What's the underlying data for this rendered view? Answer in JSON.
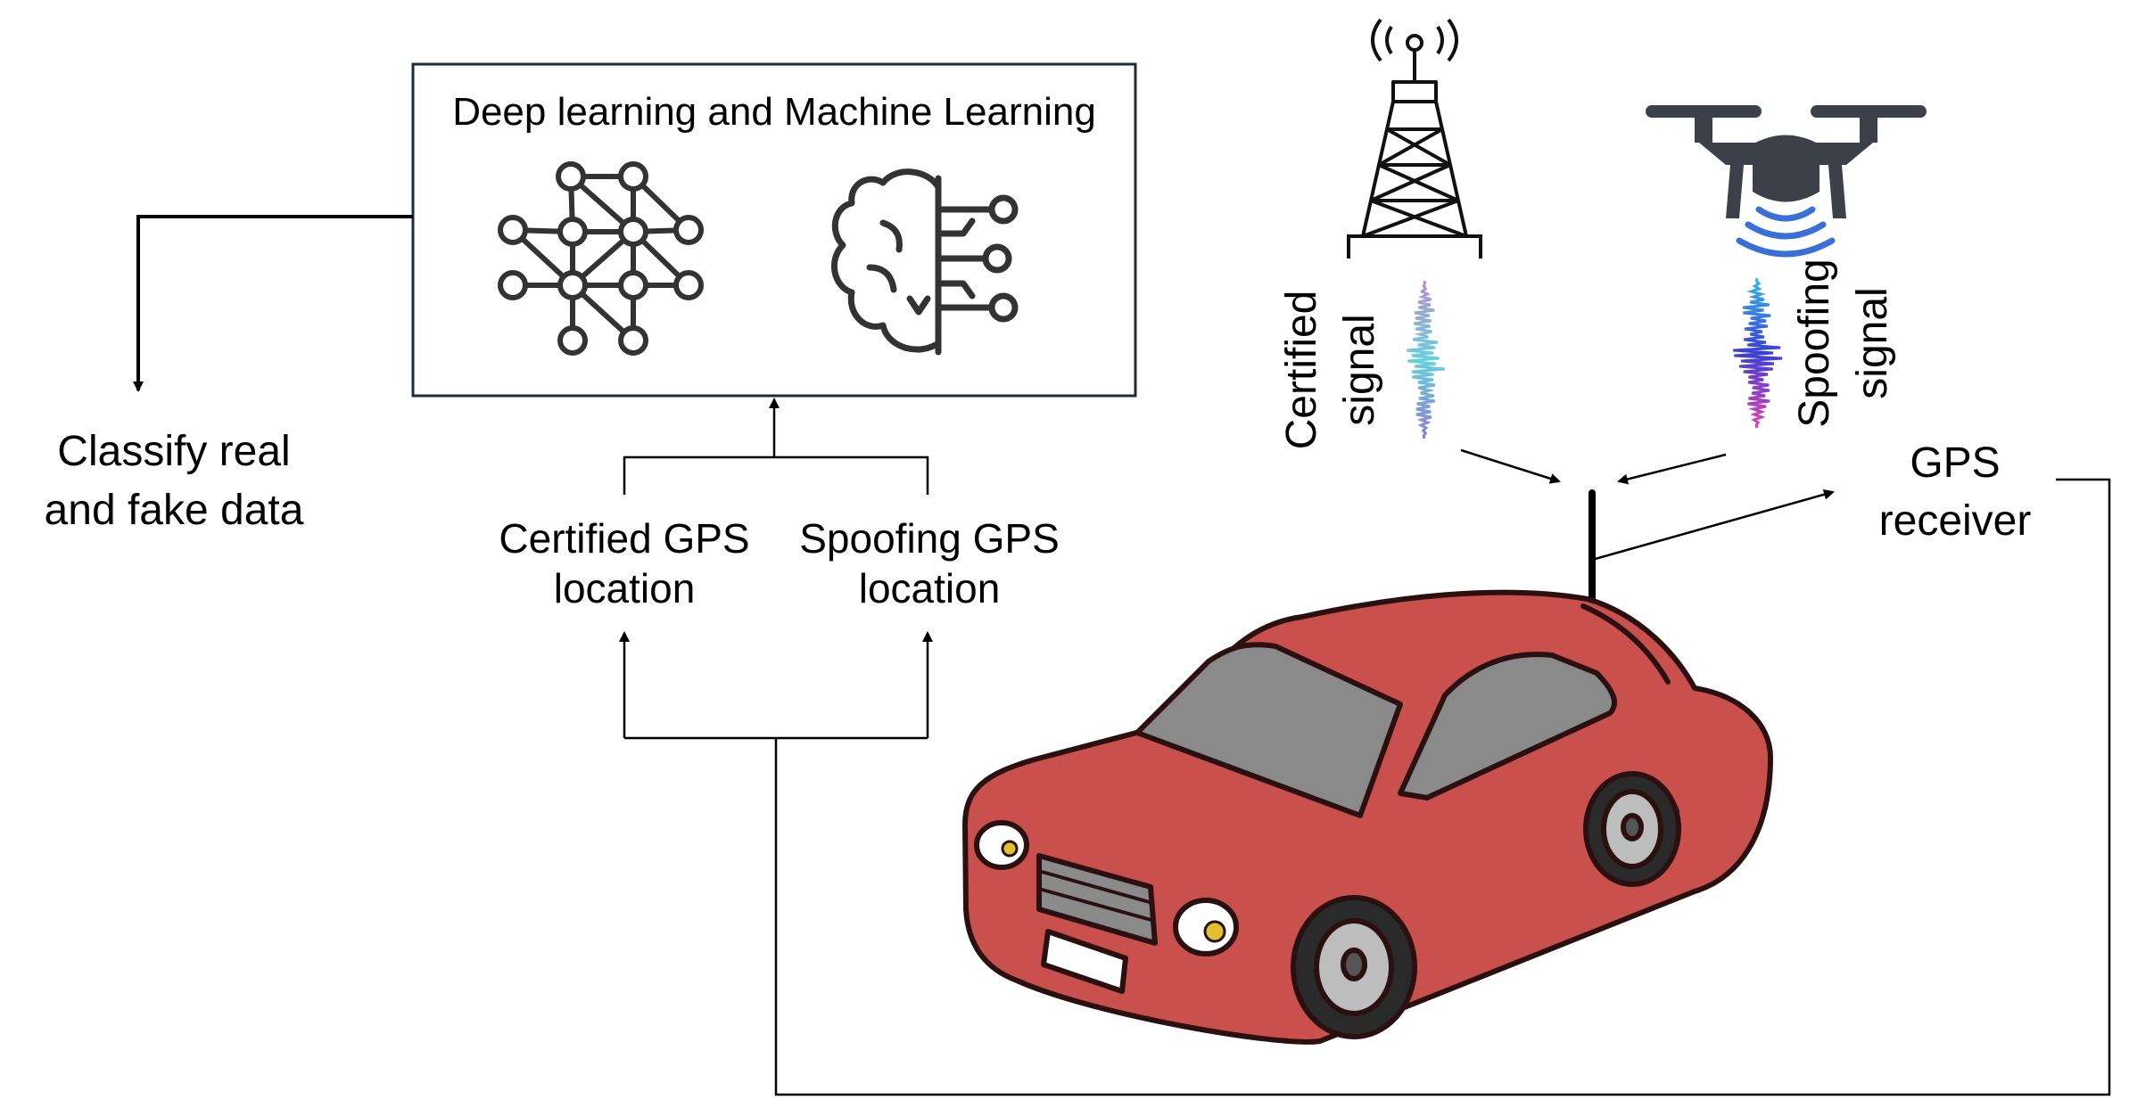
{
  "ml_box": {
    "title": "Deep learning and Machine Learning"
  },
  "output": {
    "line1": "Classify real",
    "line2": "and fake data"
  },
  "inputs": {
    "certified": {
      "line1": "Certified GPS",
      "line2": "location"
    },
    "spoofing": {
      "line1": "Spoofing GPS",
      "line2": "location"
    }
  },
  "signals": {
    "certified": {
      "line1": "Certified",
      "line2": "signal"
    },
    "spoofing": {
      "line1": "Spoofing",
      "line2": "signal"
    }
  },
  "receiver": {
    "line1": "GPS",
    "line2": "receiver"
  },
  "icons": [
    "neural-network-icon",
    "brain-circuit-icon",
    "radio-tower-icon",
    "drone-icon",
    "car-icon"
  ],
  "colors": {
    "car_body": "#c9504c",
    "car_window": "#8a8a8a",
    "drone": "#3c4048",
    "drone_signal": "#3b6fd8",
    "line": "#000000"
  }
}
